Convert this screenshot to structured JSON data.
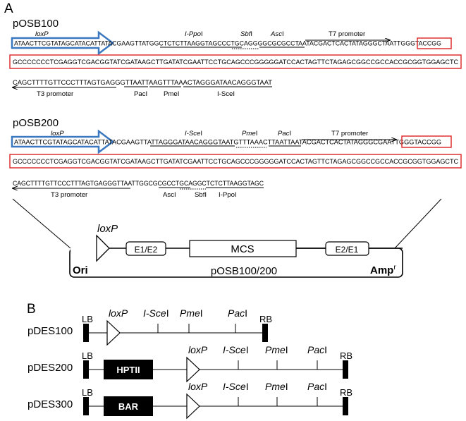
{
  "panel_a": {
    "letter": "A",
    "osb100": {
      "title": "pOSB100",
      "line1": "ATAACTTCGTATAGCATACATTATACGAAGTTATGGCTCTCTTAAGGTAGCCCTGCAGGGGCGCGCCTAATACGACTCACTATAGGGCTAATTGGGTACCGG",
      "line2": "GCCCCCCCTCGAGGTCGACGGTATCGATAAGCTTGATATCGAATTCCTGCAGCCCGGGGGATCCACTAGTTCTAGAGCGGCCGCCACCGCGGTGGAGCTC",
      "line3": "CAGCTTTTGTTCCCTTTAGTGAGGGTTAATTAAGTTTAAACTAGGGATAACAGGGTAAT",
      "loxp": "loxP",
      "ippo": "I-Ppo",
      "ippo_suffix": "I",
      "sbf": "Sbf",
      "sbf_suffix": "I",
      "asc": "Asc",
      "asc_suffix": "I",
      "t7": "T7 promoter",
      "t3": "T3 promoter",
      "pac": "PacI",
      "pme": "PmeI",
      "isce": "I-SceI"
    },
    "osb200": {
      "title": "pOSB200",
      "line1": "ATAACTTCGTATAGCATACATTATACGAAGTTATTAGGGATAACAGGGTAATGTTTAAACTTAATTAATACGACTCACTATAGGGCGAATTGGGTACCGG",
      "line2": "GCCCCCCCTCGAGGTCGACGGTATCGATAAGCTTGATATCGAATTCCTGCAGCCCGGGGGATCCACTAGTTCTAGAGCGGCCGCCACCGCGGTGGAGCTC",
      "line3": "CAGCTTTTGTTCCCTTTAGTGAGGGTTAATTGGCGCGCCTGCAGGCTCTCTTAAGGTAGC",
      "loxp": "loxP",
      "isce": "I-Sce",
      "isce_suffix": "I",
      "pme": "Pme",
      "pme_suffix": "I",
      "pac": "Pac",
      "pac_suffix": "I",
      "t7": "T7 promoter",
      "t3": "T3 promoter",
      "asc": "AscI",
      "sbf": "SbfI",
      "ippo": "I-PpoI"
    },
    "vector": {
      "loxp": "loxP",
      "e1e2": "E1/E2",
      "mcs": "MCS",
      "e2e1": "E2/E1",
      "ori": "Ori",
      "name": "pOSB100/200",
      "amp": "Amp",
      "amp_sup": "r"
    }
  },
  "panel_b": {
    "letter": "B",
    "rows": [
      {
        "name": "pDES100",
        "lb": "LB",
        "rb": "RB",
        "loxp": "loxP",
        "isce": "I-Sce",
        "pme": "Pme",
        "pac": "Pac",
        "suffix": "I"
      },
      {
        "name": "pDES200",
        "lb": "LB",
        "rb": "RB",
        "marker": "HPTII",
        "loxp": "loxP",
        "isce": "I-Sce",
        "pme": "Pme",
        "pac": "Pac",
        "suffix": "I"
      },
      {
        "name": "pDES300",
        "lb": "LB",
        "rb": "RB",
        "marker": "BAR",
        "loxp": "loxP",
        "isce": "I-Sce",
        "pme": "Pme",
        "pac": "Pac",
        "suffix": "I"
      }
    ]
  },
  "colors": {
    "loxp_box": "#3b78c0",
    "highlight": "#e03030"
  }
}
